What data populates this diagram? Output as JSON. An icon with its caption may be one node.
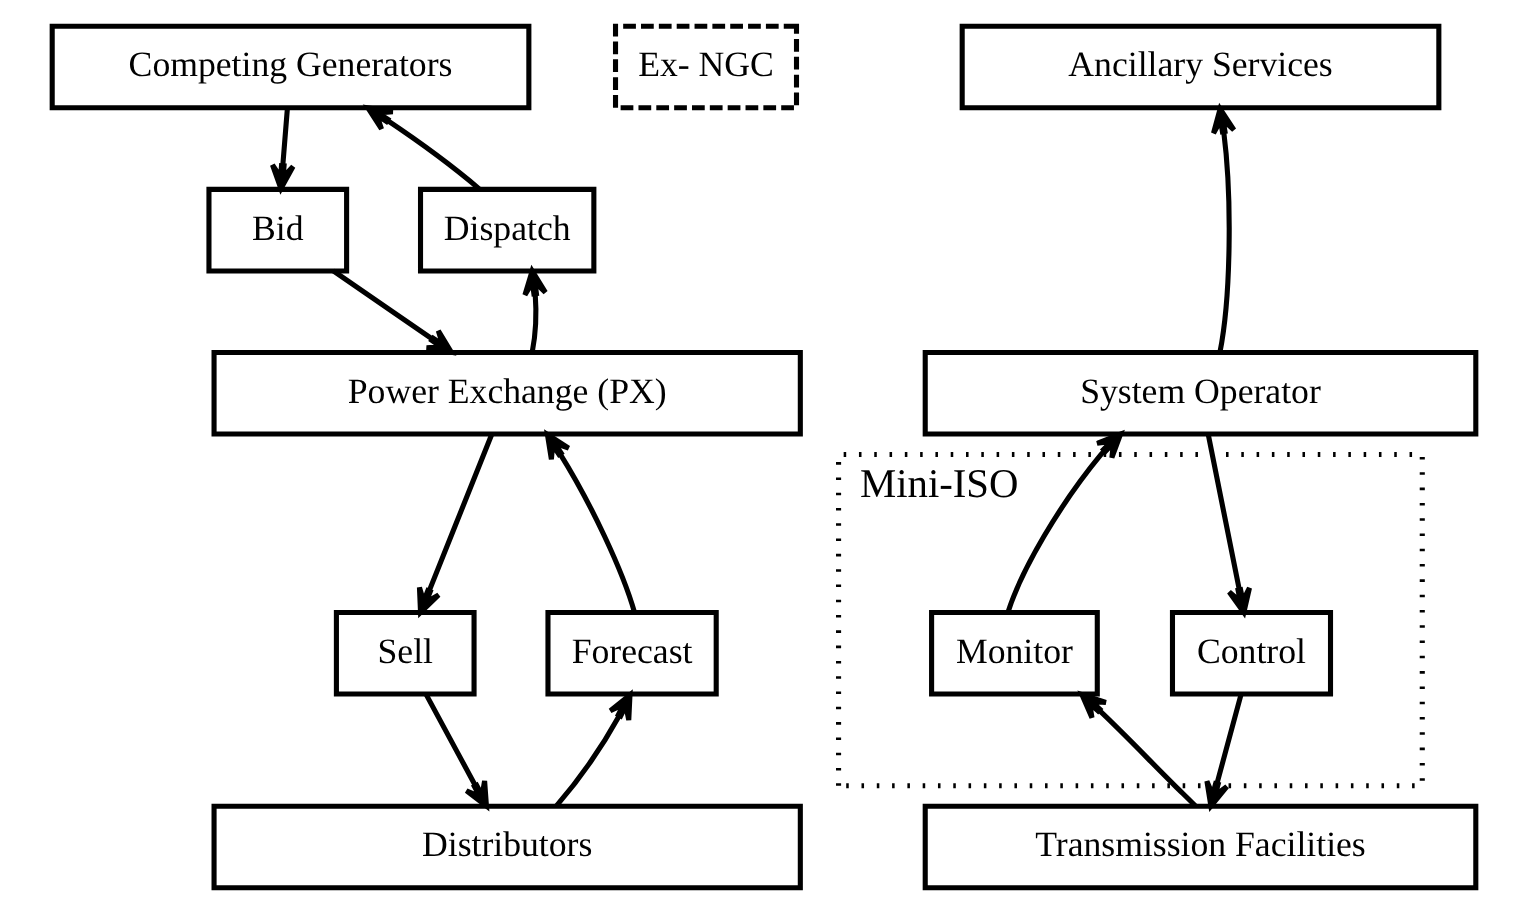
{
  "diagram": {
    "nodes": [
      {
        "text": [
          "Competing Generators"
        ]
      },
      {
        "text": [
          "Ancillary Services"
        ]
      },
      {
        "text": [
          "Ex- NGC"
        ]
      },
      {
        "text": [
          "Bid"
        ]
      },
      {
        "text": [
          "Dispatch"
        ]
      },
      {
        "text": [
          "Mini-ISO"
        ]
      },
      {
        "text": [
          "Power Exchange (PX)"
        ]
      },
      {
        "text": [
          "System Operator"
        ]
      },
      {
        "text": [
          "Sell"
        ]
      },
      {
        "text": [
          "Forecast"
        ]
      },
      {
        "text": [
          "Monitor"
        ],
        "in": 5
      },
      {
        "text": [
          "Control"
        ],
        "in": 5
      },
      {
        "text": [
          "Distributors"
        ]
      },
      {
        "text": [
          "Transmission Facilities"
        ]
      }
    ],
    "edges": [
      {
        "from": 0,
        "to": 3,
        "arrow": "to"
      },
      {
        "from": 4,
        "to": 0,
        "arrow": "to"
      },
      {
        "from": 3,
        "to": 6,
        "arrow": "to"
      },
      {
        "from": 6,
        "to": 4,
        "arrow": "to"
      },
      {
        "from": 7,
        "to": 1,
        "arrow": "to"
      },
      {
        "from": 6,
        "to": 8,
        "arrow": "to"
      },
      {
        "from": 9,
        "to": 6,
        "arrow": "to"
      },
      {
        "from": 8,
        "to": 12,
        "arrow": "to"
      },
      {
        "from": 12,
        "to": 9,
        "arrow": "to"
      },
      {
        "from": 10,
        "to": 7,
        "arrow": "to"
      },
      {
        "from": 7,
        "to": 11,
        "arrow": "to"
      },
      {
        "from": 13,
        "to": 10,
        "arrow": "to"
      },
      {
        "from": 11,
        "to": 13,
        "arrow": "to"
      }
    ]
  }
}
